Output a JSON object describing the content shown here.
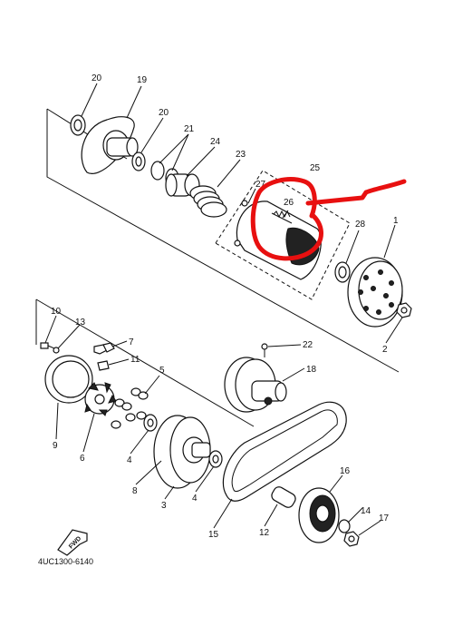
{
  "callouts": {
    "c20a": "20",
    "c19": "19",
    "c20b": "20",
    "c21": "21",
    "c24": "24",
    "c23": "23",
    "c25": "25",
    "c27": "27",
    "c26": "26",
    "c28": "28",
    "c1": "1",
    "c2": "2",
    "c10": "10",
    "c13": "13",
    "c7": "7",
    "c11": "11",
    "c5": "5",
    "c22": "22",
    "c18": "18",
    "c9": "9",
    "c6": "6",
    "c4a": "4",
    "c8": "8",
    "c3": "3",
    "c4b": "4",
    "c16": "16",
    "c14": "14",
    "c17": "17",
    "c15": "15",
    "c12": "12"
  },
  "direction_label": "FWD",
  "drawing_code": "4UC1300-6140",
  "colors": {
    "line": "#111111",
    "highlight": "#e81010",
    "background": "#ffffff"
  }
}
